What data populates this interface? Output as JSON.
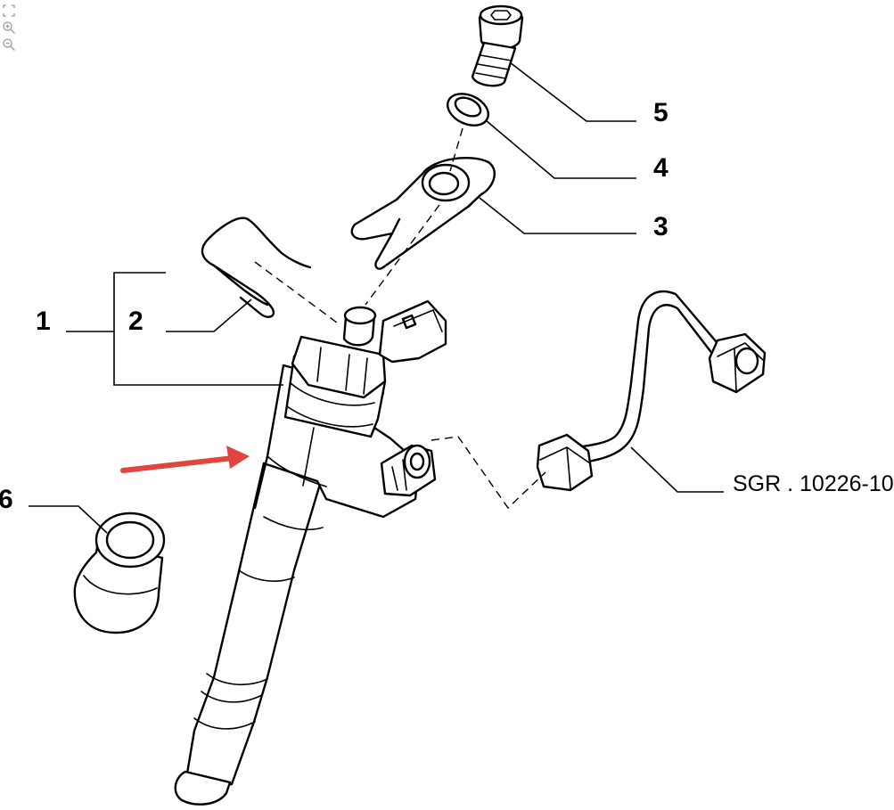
{
  "toolbar": {
    "icons": [
      "fit-page-icon",
      "zoom-in-icon",
      "zoom-out-icon"
    ]
  },
  "callouts": {
    "c1": "1",
    "c2": "2",
    "c3": "3",
    "c4": "4",
    "c5": "5",
    "c6": "6",
    "sgr": "SGR . 10226-10"
  },
  "colors": {
    "line": "#000000",
    "arrow": "#e0463f",
    "toolbar_icon": "#9a9a9a"
  }
}
